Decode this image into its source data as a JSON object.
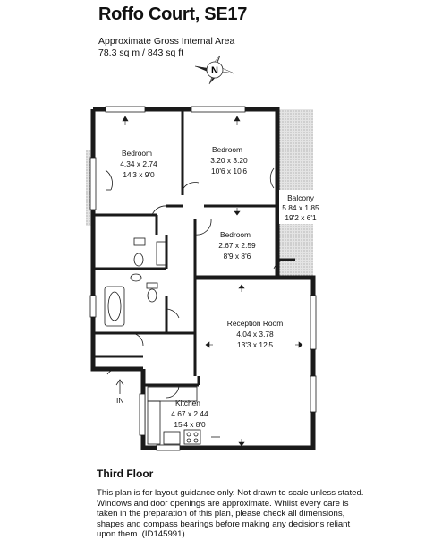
{
  "header": {
    "title": "Roffo Court, SE17",
    "area_heading": "Approximate Gross Internal Area",
    "area_value": "78.3 sq m / 843 sq ft"
  },
  "compass": {
    "label": "N"
  },
  "rooms": {
    "bedroom1": {
      "name": "Bedroom",
      "metric": "4.34 x 2.74",
      "imperial": "14'3 x 9'0"
    },
    "bedroom2": {
      "name": "Bedroom",
      "metric": "3.20 x 3.20",
      "imperial": "10'6 x 10'6"
    },
    "bedroom3": {
      "name": "Bedroom",
      "metric": "2.67 x 2.59",
      "imperial": "8'9 x 8'6"
    },
    "balcony": {
      "name": "Balcony",
      "metric": "5.84 x 1.85",
      "imperial": "19'2 x 6'1"
    },
    "reception": {
      "name": "Reception Room",
      "metric": "4.04 x 3.78",
      "imperial": "13'3 x 12'5"
    },
    "kitchen": {
      "name": "Kitchen",
      "metric": "4.67 x 2.44",
      "imperial": "15'4 x 8'0"
    }
  },
  "entrance": {
    "label": "IN"
  },
  "footer": {
    "floor_label": "Third Floor",
    "disclaimer": "This plan is for layout guidance only. Not drawn to scale unless stated. Windows and door openings are approximate. Whilst every care is taken in the preparation of this plan, please check all dimensions, shapes and compass bearings before making any decisions reliant upon them. (ID145991)"
  },
  "colors": {
    "wall": "#1a1a1a",
    "floor": "#ffffff",
    "balcony_fill": "#d9d9d9"
  }
}
